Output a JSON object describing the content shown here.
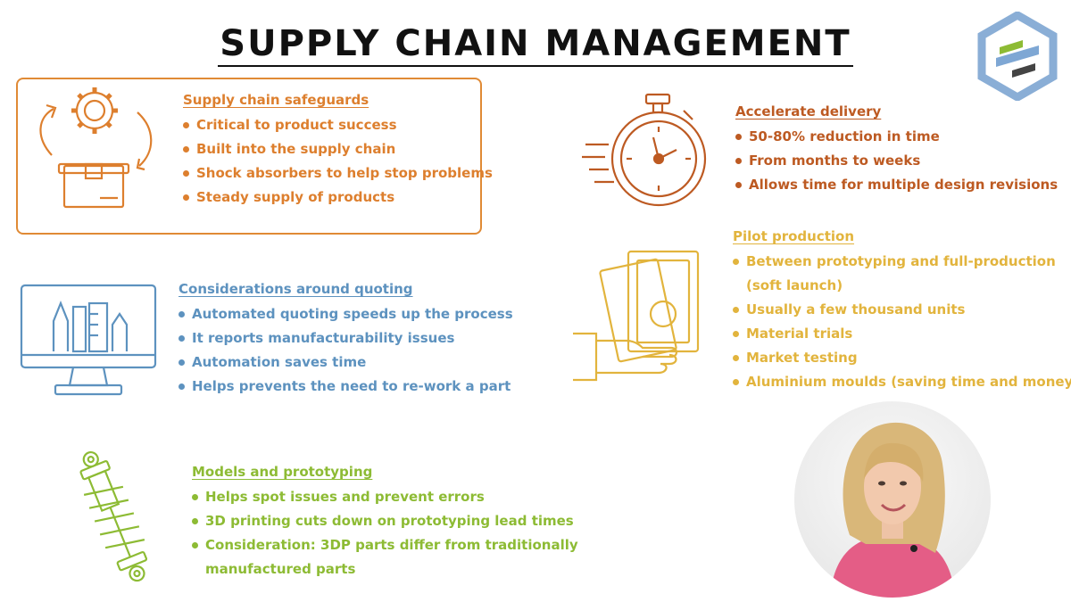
{
  "title": "SUPPLY CHAIN MANAGEMENT",
  "colors": {
    "safeguards": "#dd7f2e",
    "delivery": "#bd5a22",
    "quoting": "#5d92bf",
    "pilot": "#e2b43d",
    "models": "#8dbb34"
  },
  "sections": {
    "safeguards": {
      "heading": "Supply chain safeguards",
      "items": [
        "Critical to product success",
        "Built into the supply chain",
        "Shock absorbers to help stop problems",
        "Steady supply of products"
      ]
    },
    "delivery": {
      "heading": "Accelerate delivery",
      "items": [
        "50-80% reduction in time",
        "From months to weeks",
        "Allows time for multiple design revisions"
      ]
    },
    "quoting": {
      "heading": "Considerations around quoting",
      "items": [
        "Automated quoting speeds up the process",
        "It reports manufacturability issues",
        "Automation saves time",
        "Helps prevents the need to re-work a part"
      ]
    },
    "pilot": {
      "heading": "Pilot production",
      "item0_line1": "Between prototyping and full-production",
      "item0_line2": "(soft launch)",
      "items": [
        "Usually a few thousand units",
        "Material trials",
        "Market testing",
        "Aluminium moulds (saving time and money)"
      ]
    },
    "models": {
      "heading": "Models and prototyping",
      "items": [
        "Helps spot issues and prevent errors",
        "3D printing cuts down on prototyping lead times"
      ],
      "item2_line1": "Consideration: 3DP parts differ from traditionally",
      "item2_line2": "manufactured parts"
    }
  },
  "icons": {
    "logo": "hexagon-logo-icon",
    "safeguards": "gear-box-cycle-icon",
    "delivery": "stopwatch-icon",
    "quoting": "monitor-design-tools-icon",
    "pilot": "hand-money-icon",
    "models": "shock-absorber-icon",
    "presenter": "presenter-avatar"
  }
}
